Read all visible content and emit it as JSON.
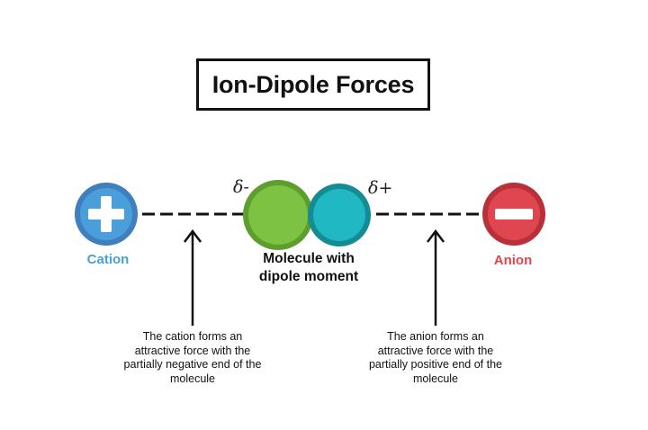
{
  "title": "Ion-Dipole Forces",
  "cation": {
    "label": "Cation",
    "color": "#4a9fdb",
    "symbol": "plus-icon"
  },
  "anion": {
    "label": "Anion",
    "color": "#e0464f",
    "symbol": "minus-icon"
  },
  "molecule": {
    "label_line1": "Molecule with",
    "label_line2": "dipole moment",
    "negative_end": {
      "label": "δ-",
      "color": "#7dc242"
    },
    "positive_end": {
      "label": "δ+",
      "color": "#1fb8c3"
    }
  },
  "notes": {
    "cation_line1": "The cation forms an",
    "cation_line2": "attractive force with the",
    "cation_line3": "partially negative end of the",
    "cation_line4": "molecule",
    "anion_line1": "The anion forms an",
    "anion_line2": "attractive force with the",
    "anion_line3": "partially positive end of the",
    "anion_line4": "molecule"
  }
}
